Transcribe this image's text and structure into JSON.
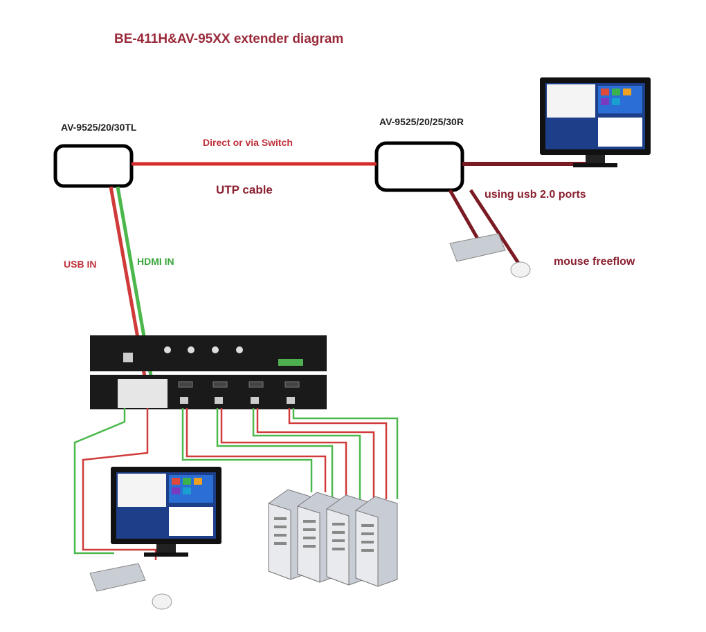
{
  "title": "BE-411H&AV-95XX extender diagram",
  "transmitter_label": "AV-9525/20/30TL",
  "receiver_label": "AV-9525/20/25/30R",
  "link_label": "Direct or via Switch",
  "cable_label": "UTP cable",
  "usb_in_label": "USB IN",
  "hdmi_in_label": "HDMI IN",
  "usb_ports_label": "using usb 2.0 ports",
  "mouse_label": "mouse freeflow",
  "colors": {
    "usb": "#d03a3a",
    "hdmi": "#4cb84c",
    "utp": "#d62b2b",
    "remote": "#7a1a22",
    "title": "#9a2a3a"
  }
}
